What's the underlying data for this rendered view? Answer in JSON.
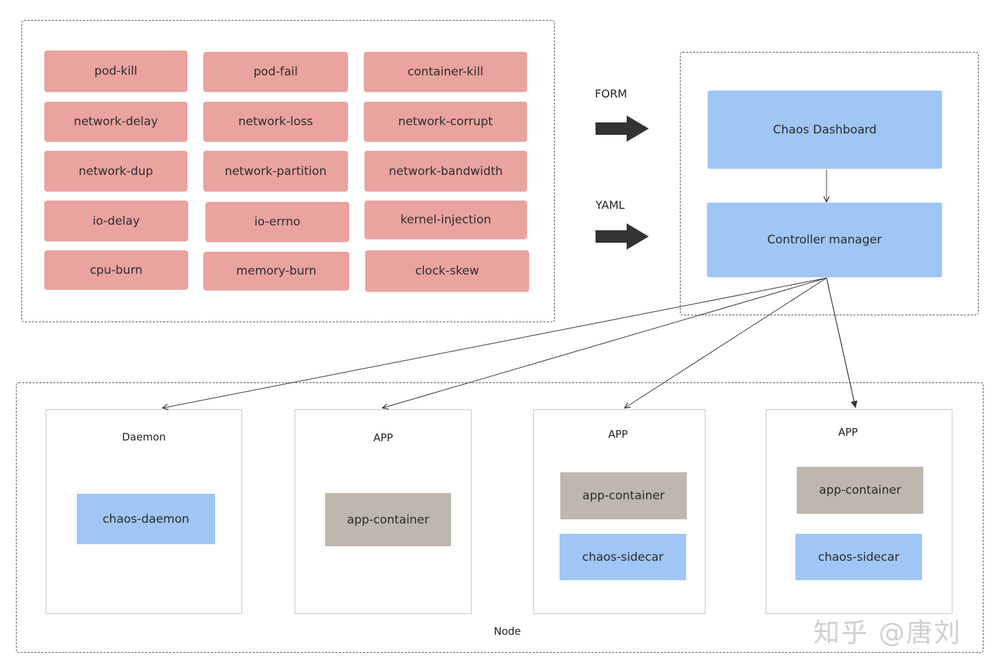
{
  "fault_types": [
    "pod-kill",
    "pod-fail",
    "container-kill",
    "network-delay",
    "network-loss",
    "network-corrupt",
    "network-dup",
    "network-partition",
    "network-bandwidth",
    "io-delay",
    "io-errno",
    "kernel-injection",
    "cpu-burn",
    "memory-burn",
    "clock-skew"
  ],
  "inputs": {
    "form_label": "FORM",
    "yaml_label": "YAML"
  },
  "control_plane": {
    "dashboard": "Chaos Dashboard",
    "controller": "Controller manager"
  },
  "node": {
    "label": "Node",
    "pods": [
      {
        "title": "Daemon",
        "containers": [
          "chaos-daemon"
        ]
      },
      {
        "title": "APP",
        "containers": [
          "app-container"
        ]
      },
      {
        "title": "APP",
        "containers": [
          "app-container",
          "chaos-sidecar"
        ]
      },
      {
        "title": "APP",
        "containers": [
          "app-container",
          "chaos-sidecar"
        ]
      }
    ]
  },
  "watermark": "知乎 @唐刘",
  "colors": {
    "fault_box": "#eaa39f",
    "control_box": "#9fc6f5",
    "app_container": "#beb7ad",
    "arrow": "#333333"
  }
}
